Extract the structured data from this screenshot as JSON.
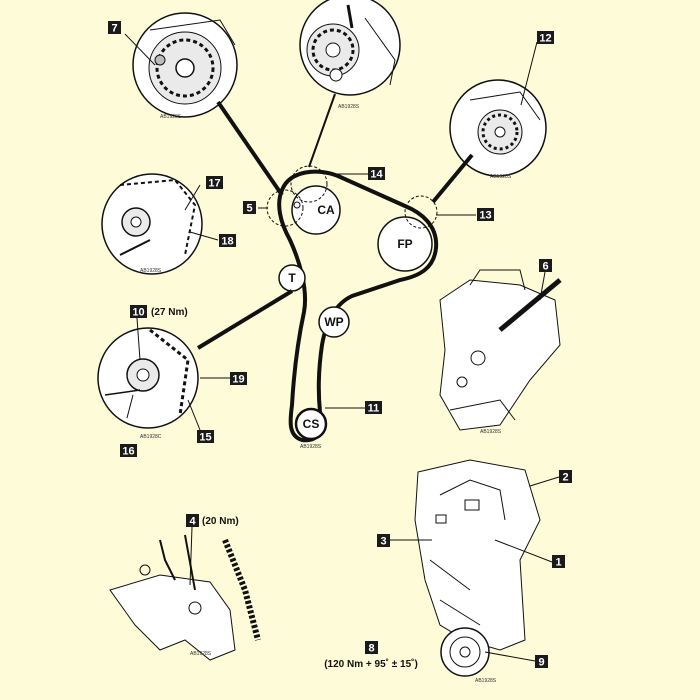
{
  "colors": {
    "background": "#fdfbd8",
    "line": "#111111",
    "label_box": "#1a1a1a",
    "label_text": "#ffffff"
  },
  "pulleys": {
    "ca": "CA",
    "fp": "FP",
    "t": "T",
    "wp": "WP",
    "cs": "CS"
  },
  "callouts": {
    "c1": "1",
    "c2": "2",
    "c3": "3",
    "c4": "4",
    "c5": "5",
    "c6": "6",
    "c7": "7",
    "c8": "8",
    "c9": "9",
    "c10": "10",
    "c11": "11",
    "c12": "12",
    "c13": "13",
    "c14": "14",
    "c15": "15",
    "c16": "16",
    "c17": "17",
    "c18": "18",
    "c19": "19"
  },
  "torques": {
    "t10": "(27 Nm)",
    "t4": "(20 Nm)",
    "t8": "(120 Nm + 95˚ ± 15˚)"
  },
  "ref_codes": {
    "r7": "AB1928S",
    "r_top": "AB1928S",
    "r12": "AB1928S",
    "r17": "AB1928S",
    "r10": "AB1928C",
    "r_belt": "AB1928S",
    "r6": "AB1928S",
    "r4": "AB1928S",
    "r9": "AB1928S"
  }
}
